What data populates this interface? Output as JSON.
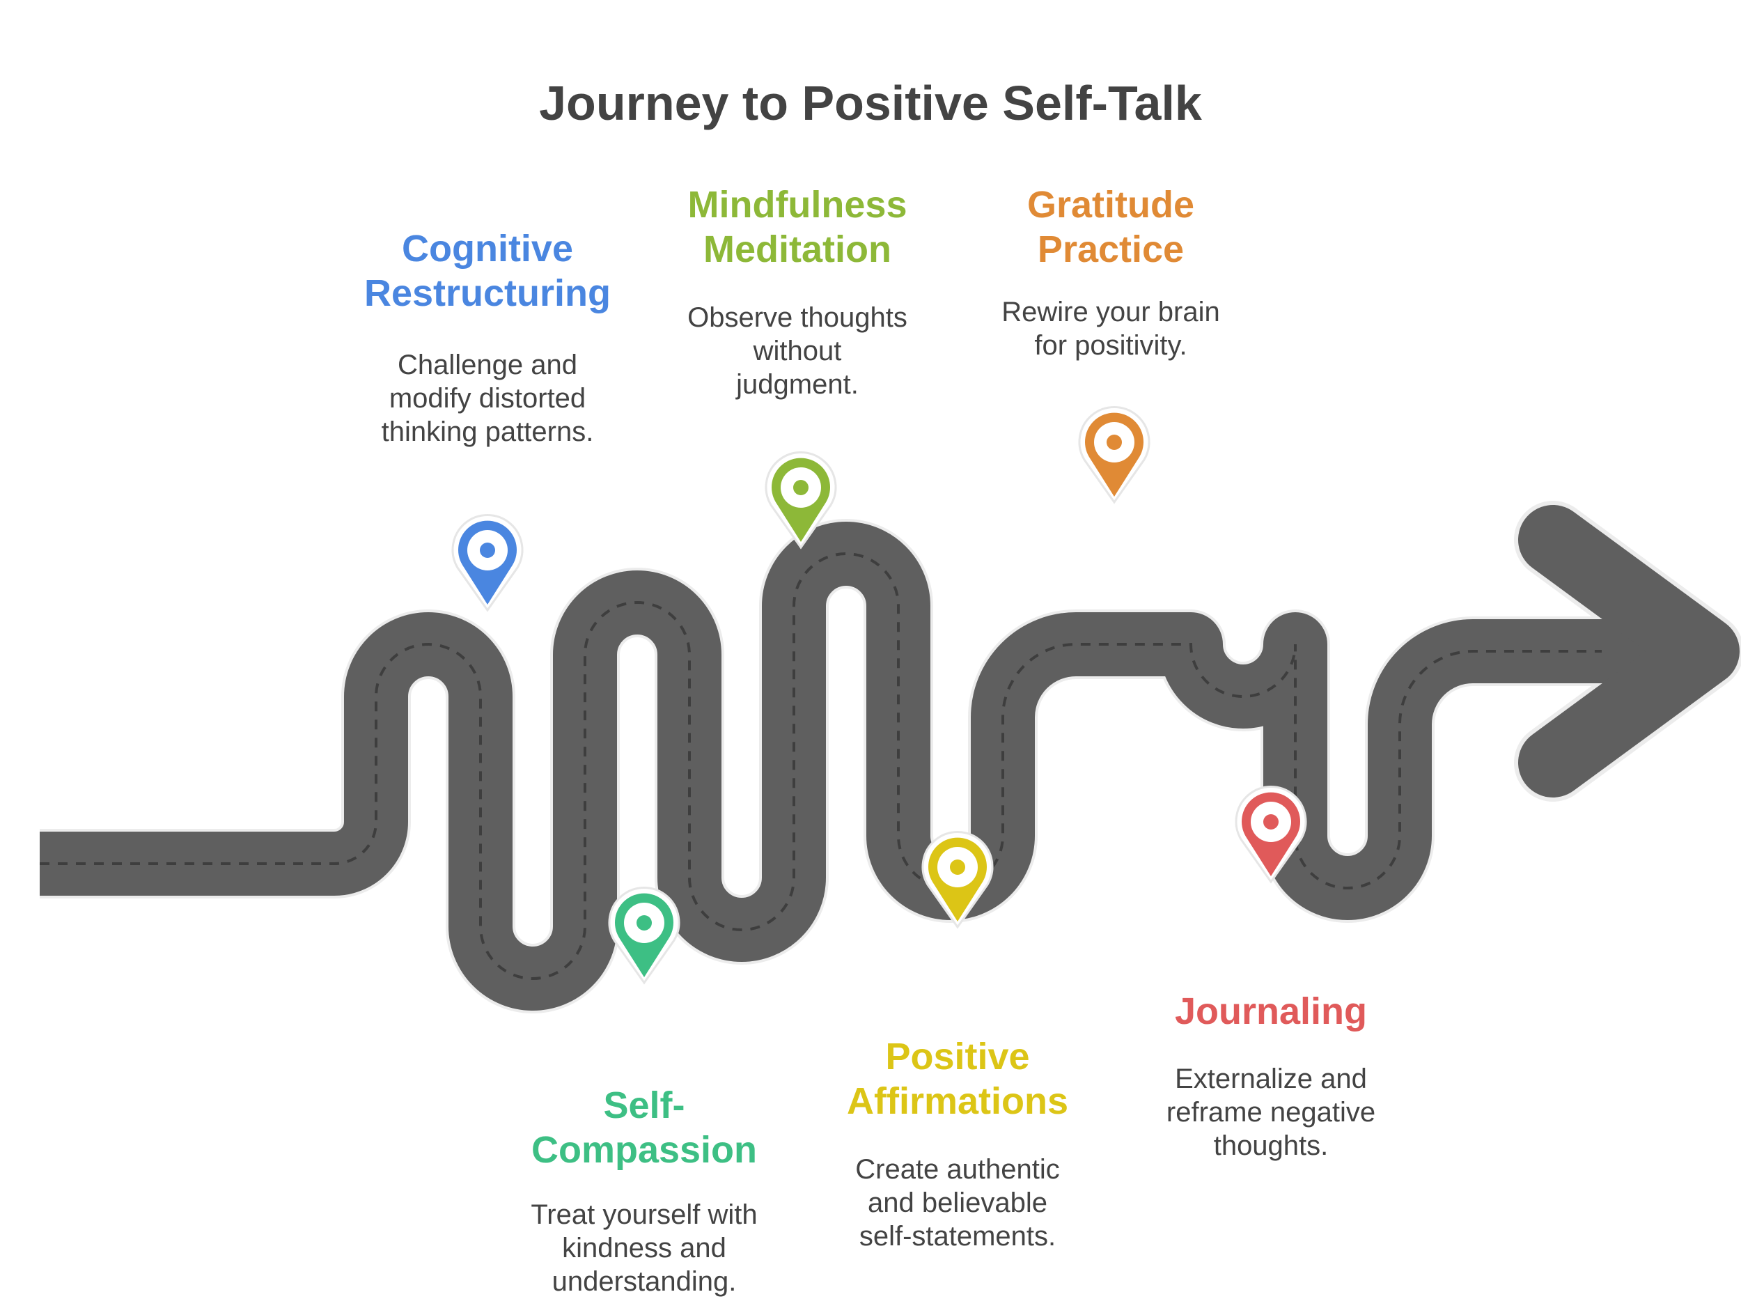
{
  "title": "Journey to Positive Self-Talk",
  "colors": {
    "road": "#5f5f5f",
    "road_dash": "#3e3e3e",
    "text": "#434343"
  },
  "steps": [
    {
      "id": "cognitive-restructuring",
      "title_lines": [
        "Cognitive",
        "Restructuring"
      ],
      "desc_lines": [
        "Challenge and",
        "modify distorted",
        "thinking patterns."
      ],
      "color": "#4a86e0",
      "marker_icon": "map-pin-icon"
    },
    {
      "id": "self-compassion",
      "title_lines": [
        "Self-",
        "Compassion"
      ],
      "desc_lines": [
        "Treat yourself with",
        "kindness and",
        "understanding."
      ],
      "color": "#3dbf84",
      "marker_icon": "map-pin-icon"
    },
    {
      "id": "mindfulness-meditation",
      "title_lines": [
        "Mindfulness",
        "Meditation"
      ],
      "desc_lines": [
        "Observe thoughts",
        "without",
        "judgment."
      ],
      "color": "#8db838",
      "marker_icon": "map-pin-icon"
    },
    {
      "id": "positive-affirmations",
      "title_lines": [
        "Positive",
        "Affirmations"
      ],
      "desc_lines": [
        "Create authentic",
        "and believable",
        "self-statements."
      ],
      "color": "#dcc516",
      "marker_icon": "map-pin-icon"
    },
    {
      "id": "gratitude-practice",
      "title_lines": [
        "Gratitude",
        "Practice"
      ],
      "desc_lines": [
        "Rewire your brain",
        "for positivity."
      ],
      "color": "#e08a35",
      "marker_icon": "map-pin-icon"
    },
    {
      "id": "journaling",
      "title_lines": [
        "Journaling"
      ],
      "desc_lines": [
        "Externalize and",
        "reframe negative",
        "thoughts."
      ],
      "color": "#e05a5a",
      "marker_icon": "map-pin-icon"
    }
  ]
}
